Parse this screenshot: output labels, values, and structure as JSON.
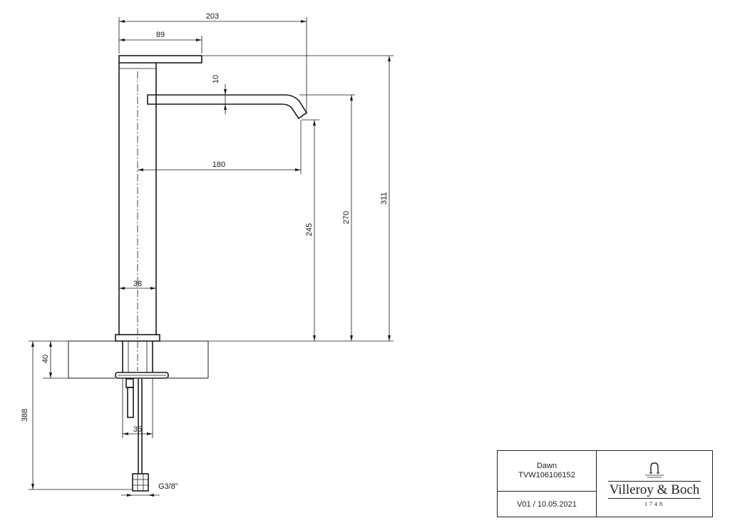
{
  "product": {
    "name": "Dawn",
    "code": "TVW106106152",
    "version": "V01 / 10.05.2021"
  },
  "brand": {
    "name": "Villeroy & Boch",
    "year": "1748"
  },
  "dimensions": {
    "overall_reach": "203",
    "lever_length": "89",
    "spout_thickness": "10",
    "spout_reach": "180",
    "spout_height": "245",
    "spout_top_height": "270",
    "total_height": "311",
    "body_diameter": "38",
    "deck_thickness": "40",
    "hose_length": "388",
    "shank_diameter": "35",
    "connection": "G3/8\""
  }
}
